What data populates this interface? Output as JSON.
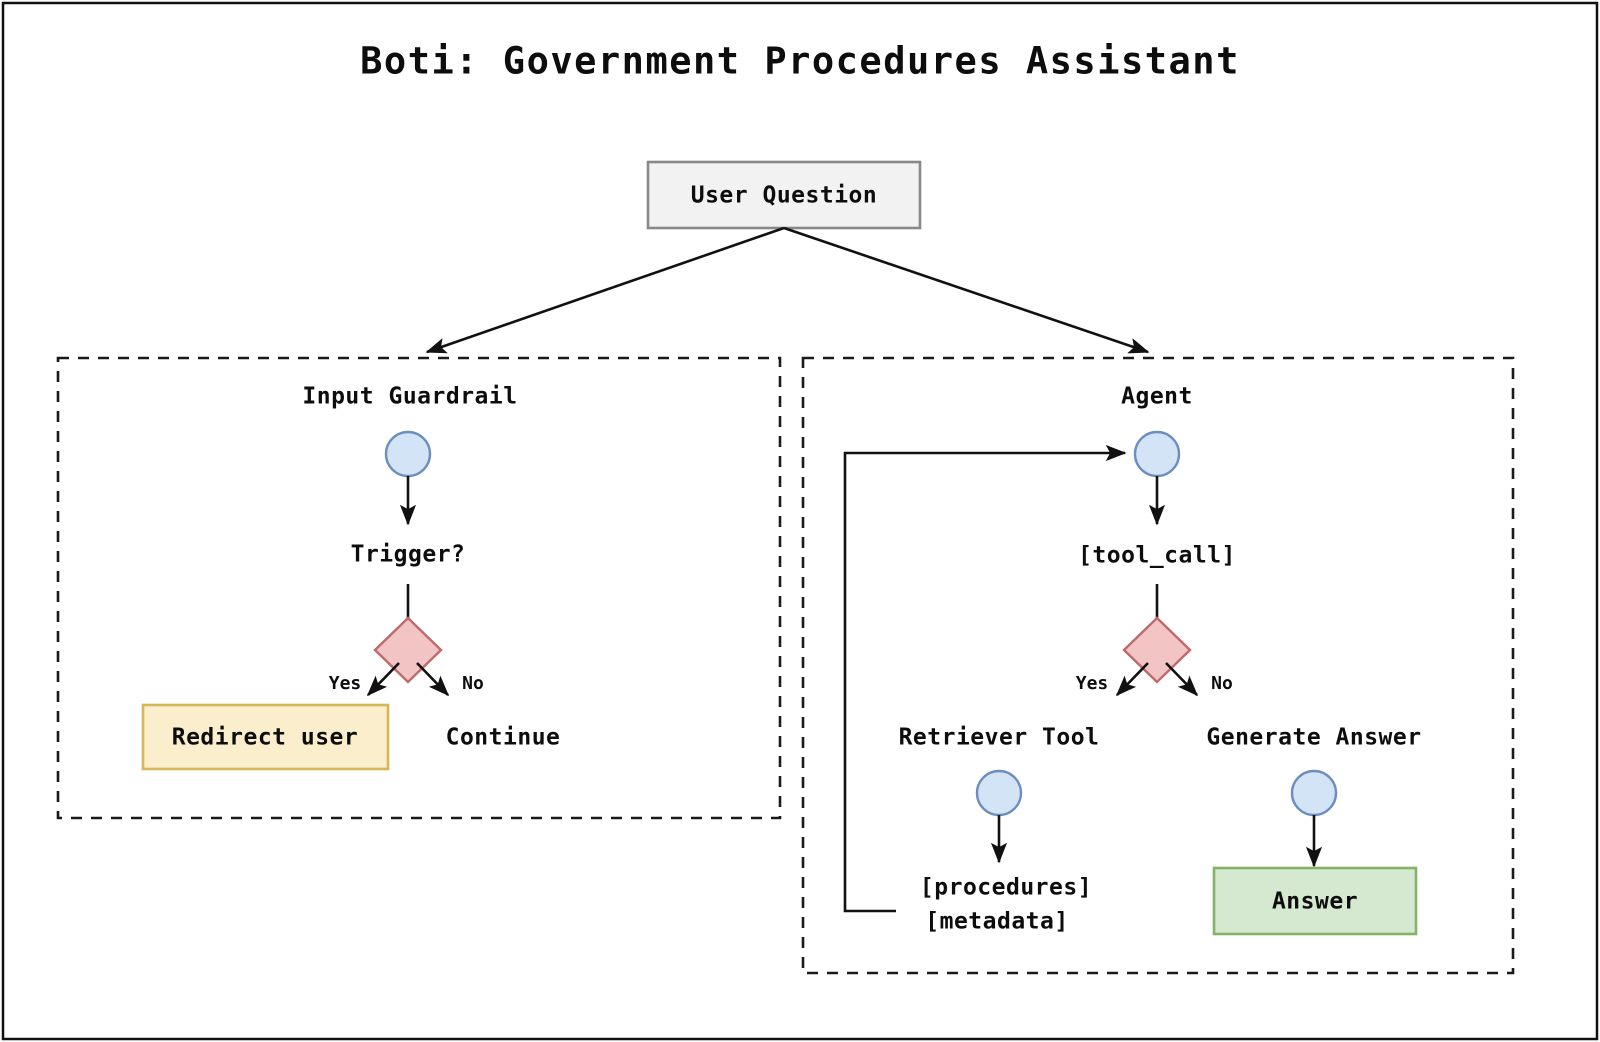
{
  "title": "Boti: Government Procedures Assistant",
  "colors": {
    "background": "#ffffff",
    "frame_border": "#111111",
    "group_border": "#1a1a1a",
    "edge": "#111111",
    "text": "#0d0d0d",
    "start_box_fill": "#f2f2f2",
    "start_box_border": "#888888",
    "circle_fill": "#d4e4f7",
    "circle_border": "#6c8ebf",
    "diamond_fill": "#f2c4c4",
    "diamond_border": "#bf6a6a",
    "redirect_fill": "#faeecd",
    "redirect_border": "#d6b656",
    "answer_fill": "#d5e8d0",
    "answer_border": "#82b366"
  },
  "start_node": {
    "label": "User Question"
  },
  "groups": [
    {
      "id": "input-guardrail",
      "title": "Input Guardrail",
      "decision_label": "Trigger?",
      "branches": [
        {
          "label": "Yes",
          "target": "Redirect user"
        },
        {
          "label": "No",
          "target": "Continue"
        }
      ],
      "terminal_box": "Redirect user",
      "terminal_text": "Continue"
    },
    {
      "id": "agent",
      "title": "Agent",
      "decision_label": "[tool_call]",
      "branches": [
        {
          "label": "Yes",
          "target": "Retriever Tool"
        },
        {
          "label": "No",
          "target": "Generate Answer"
        }
      ],
      "left_branch_title": "Retriever Tool",
      "right_branch_title": "Generate Answer",
      "left_output_line1": "[procedures]",
      "left_output_line2": "[metadata]",
      "right_output_box": "Answer"
    }
  ],
  "icons": {
    "start": "circle-node-icon",
    "decision": "diamond-decision-icon",
    "arrow": "arrow-head-icon"
  }
}
